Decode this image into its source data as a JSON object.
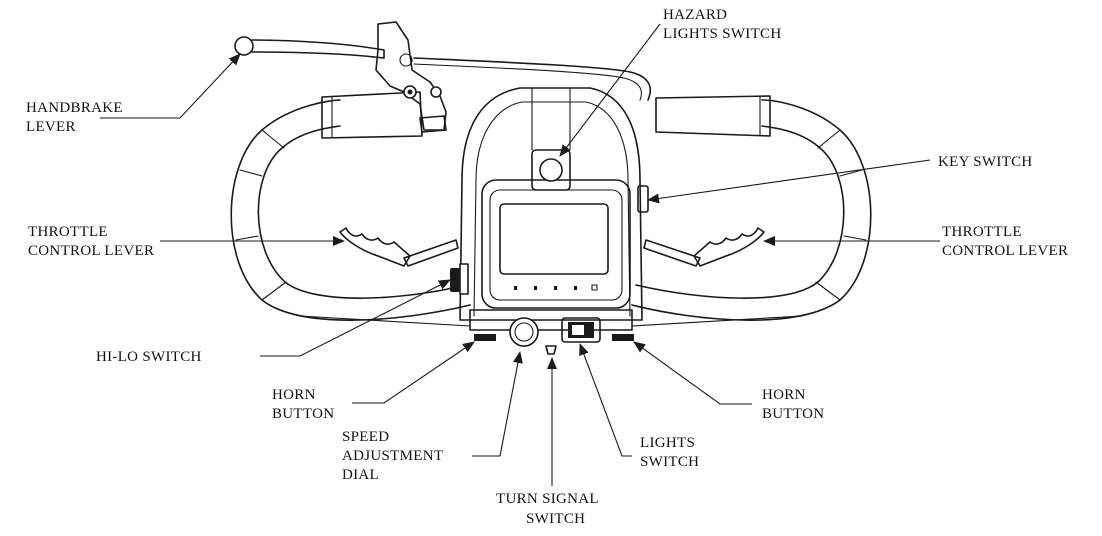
{
  "labels": {
    "handbrake_line1": "HANDBRAKE",
    "handbrake_line2": "LEVER",
    "hazard_line1": "HAZARD",
    "hazard_line2": "LIGHTS SWITCH",
    "key_switch": "KEY SWITCH",
    "throttle_left_line1": "THROTTLE",
    "throttle_left_line2": "CONTROL LEVER",
    "throttle_right_line1": "THROTTLE",
    "throttle_right_line2": "CONTROL LEVER",
    "hilo_switch": "HI-LO SWITCH",
    "horn_left_line1": "HORN",
    "horn_left_line2": "BUTTON",
    "horn_right_line1": "HORN",
    "horn_right_line2": "BUTTON",
    "speed_line1": "SPEED",
    "speed_line2": "ADJUSTMENT",
    "speed_line3": "DIAL",
    "lights_line1": "LIGHTS",
    "lights_line2": "SWITCH",
    "turn_line1": "TURN SIGNAL",
    "turn_line2": "SWITCH"
  },
  "colors": {
    "ink": "#1a1a1a",
    "background": "#ffffff"
  }
}
